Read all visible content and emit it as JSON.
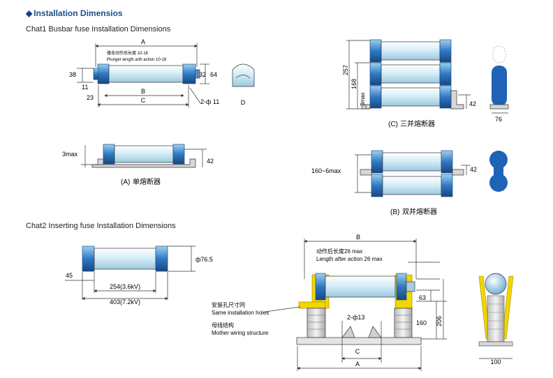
{
  "header": {
    "title": "Installation Dimensios",
    "title_icon": "diamond-icon",
    "accent": "#1a4f86"
  },
  "chat1": {
    "heading": "Chat1 Busbar fuse Installation Dimensions",
    "labels": {
      "A": "A",
      "B": "B",
      "C": "C",
      "D": "D",
      "plunger_cn": "撞击动作后长度 10-16",
      "plunger_en": "Plunger length arth action 10-16",
      "d38": "38",
      "d11": "11",
      "d23": "23",
      "d32": "32",
      "d64": "64",
      "phi11": "2-ф 11"
    },
    "single": {
      "caption_letter": "(A)",
      "caption_cn": "单熔断器",
      "d3max": "3max",
      "d42": "42"
    },
    "triple": {
      "caption_letter": "(C)",
      "caption_cn": "三并熔断器",
      "d257": "257",
      "d168": "168",
      "d3max": "3max",
      "d42": "42",
      "d76": "76"
    },
    "double": {
      "caption_letter": "(B)",
      "caption_cn": "双并熔断器",
      "d160": "160~6max",
      "d42": "42"
    }
  },
  "chat2": {
    "heading": "Chat2 Inserting fuse Installation Dimensions",
    "left": {
      "d765": "ф76.5",
      "d45": "45",
      "d254": "254(3.6kV)",
      "d403": "403(7.2kV)"
    },
    "right": {
      "B": "B",
      "A": "A",
      "C": "C",
      "after_cn": "动作后长度26  max",
      "after_en": "Length after action 26 max",
      "holes_cn": "安装孔尺寸同",
      "holes_en": "Same installation holes",
      "mother_cn": "母线结构",
      "mother_en": "Mother wiring structure",
      "phi13": "2-ф13",
      "d63": "63",
      "d160": "160",
      "d206": "206",
      "d100": "100"
    }
  },
  "colors": {
    "body": "#d8eef6",
    "cap": "#2b6fb6",
    "blue": "#1f63b8",
    "yellow": "#f2d600",
    "line": "#333333"
  }
}
